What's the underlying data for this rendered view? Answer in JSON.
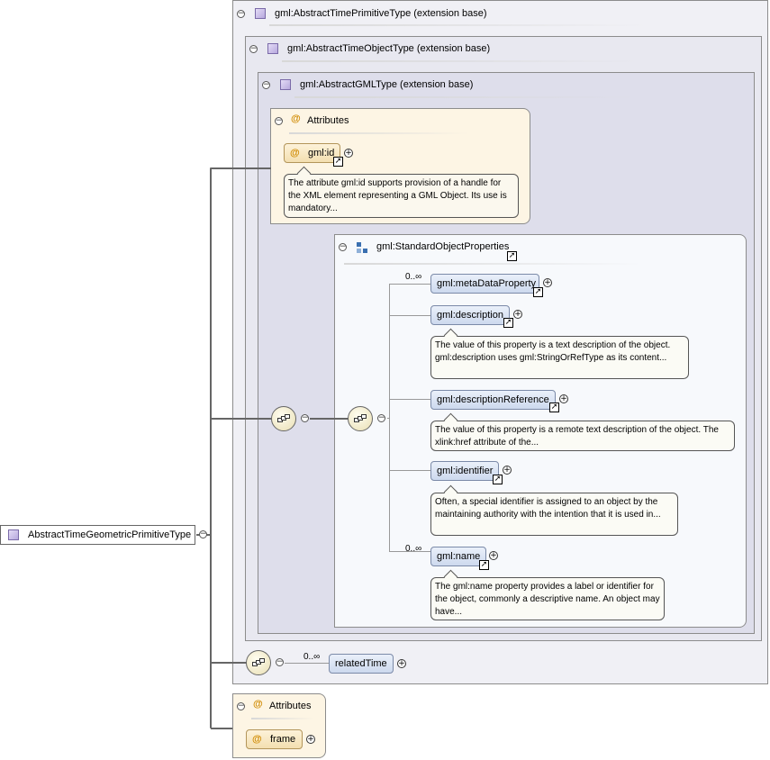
{
  "root": {
    "label": "AbstractTimeGeometricPrimitiveType"
  },
  "base1": {
    "label": "gml:AbstractTimePrimitiveType (extension base)"
  },
  "base2": {
    "label": "gml:AbstractTimeObjectType (extension base)"
  },
  "base3": {
    "label": "gml:AbstractGMLType (extension base)"
  },
  "gml_attributes": {
    "title": "Attributes",
    "id": {
      "label": "gml:id",
      "note": "The attribute gml:id supports provision of a handle for the XML element representing a GML Object. Its use is mandatory..."
    }
  },
  "sop": {
    "label": "gml:StandardObjectProperties",
    "elements": [
      {
        "label": "gml:metaDataProperty",
        "card": "0..∞",
        "note": ""
      },
      {
        "label": "gml:description",
        "card": "",
        "note": "The value of this property is a text description of the object. gml:description uses gml:StringOrRefType as its content..."
      },
      {
        "label": "gml:descriptionReference",
        "card": "",
        "note": "The value of this property is a remote text description of the object. The xlink:href attribute of the..."
      },
      {
        "label": "gml:identifier",
        "card": "",
        "note": "Often, a special identifier is assigned to an object by the maintaining authority with the intention that it is used in..."
      },
      {
        "label": "gml:name",
        "card": "0..∞",
        "note": "The gml:name property provides a label or identifier for the object, commonly a descriptive name. An object may have..."
      }
    ]
  },
  "related": {
    "label": "relatedTime",
    "card": "0..∞"
  },
  "attributes": {
    "title": "Attributes",
    "frame": "frame"
  },
  "icons": {
    "type": "type-icon",
    "attribute": "at-icon",
    "group": "model-group-icon",
    "sequence": "sequence-compositor-icon",
    "link": "link-arrow-icon",
    "expand": "plus-icon",
    "collapse": "minus-icon"
  }
}
